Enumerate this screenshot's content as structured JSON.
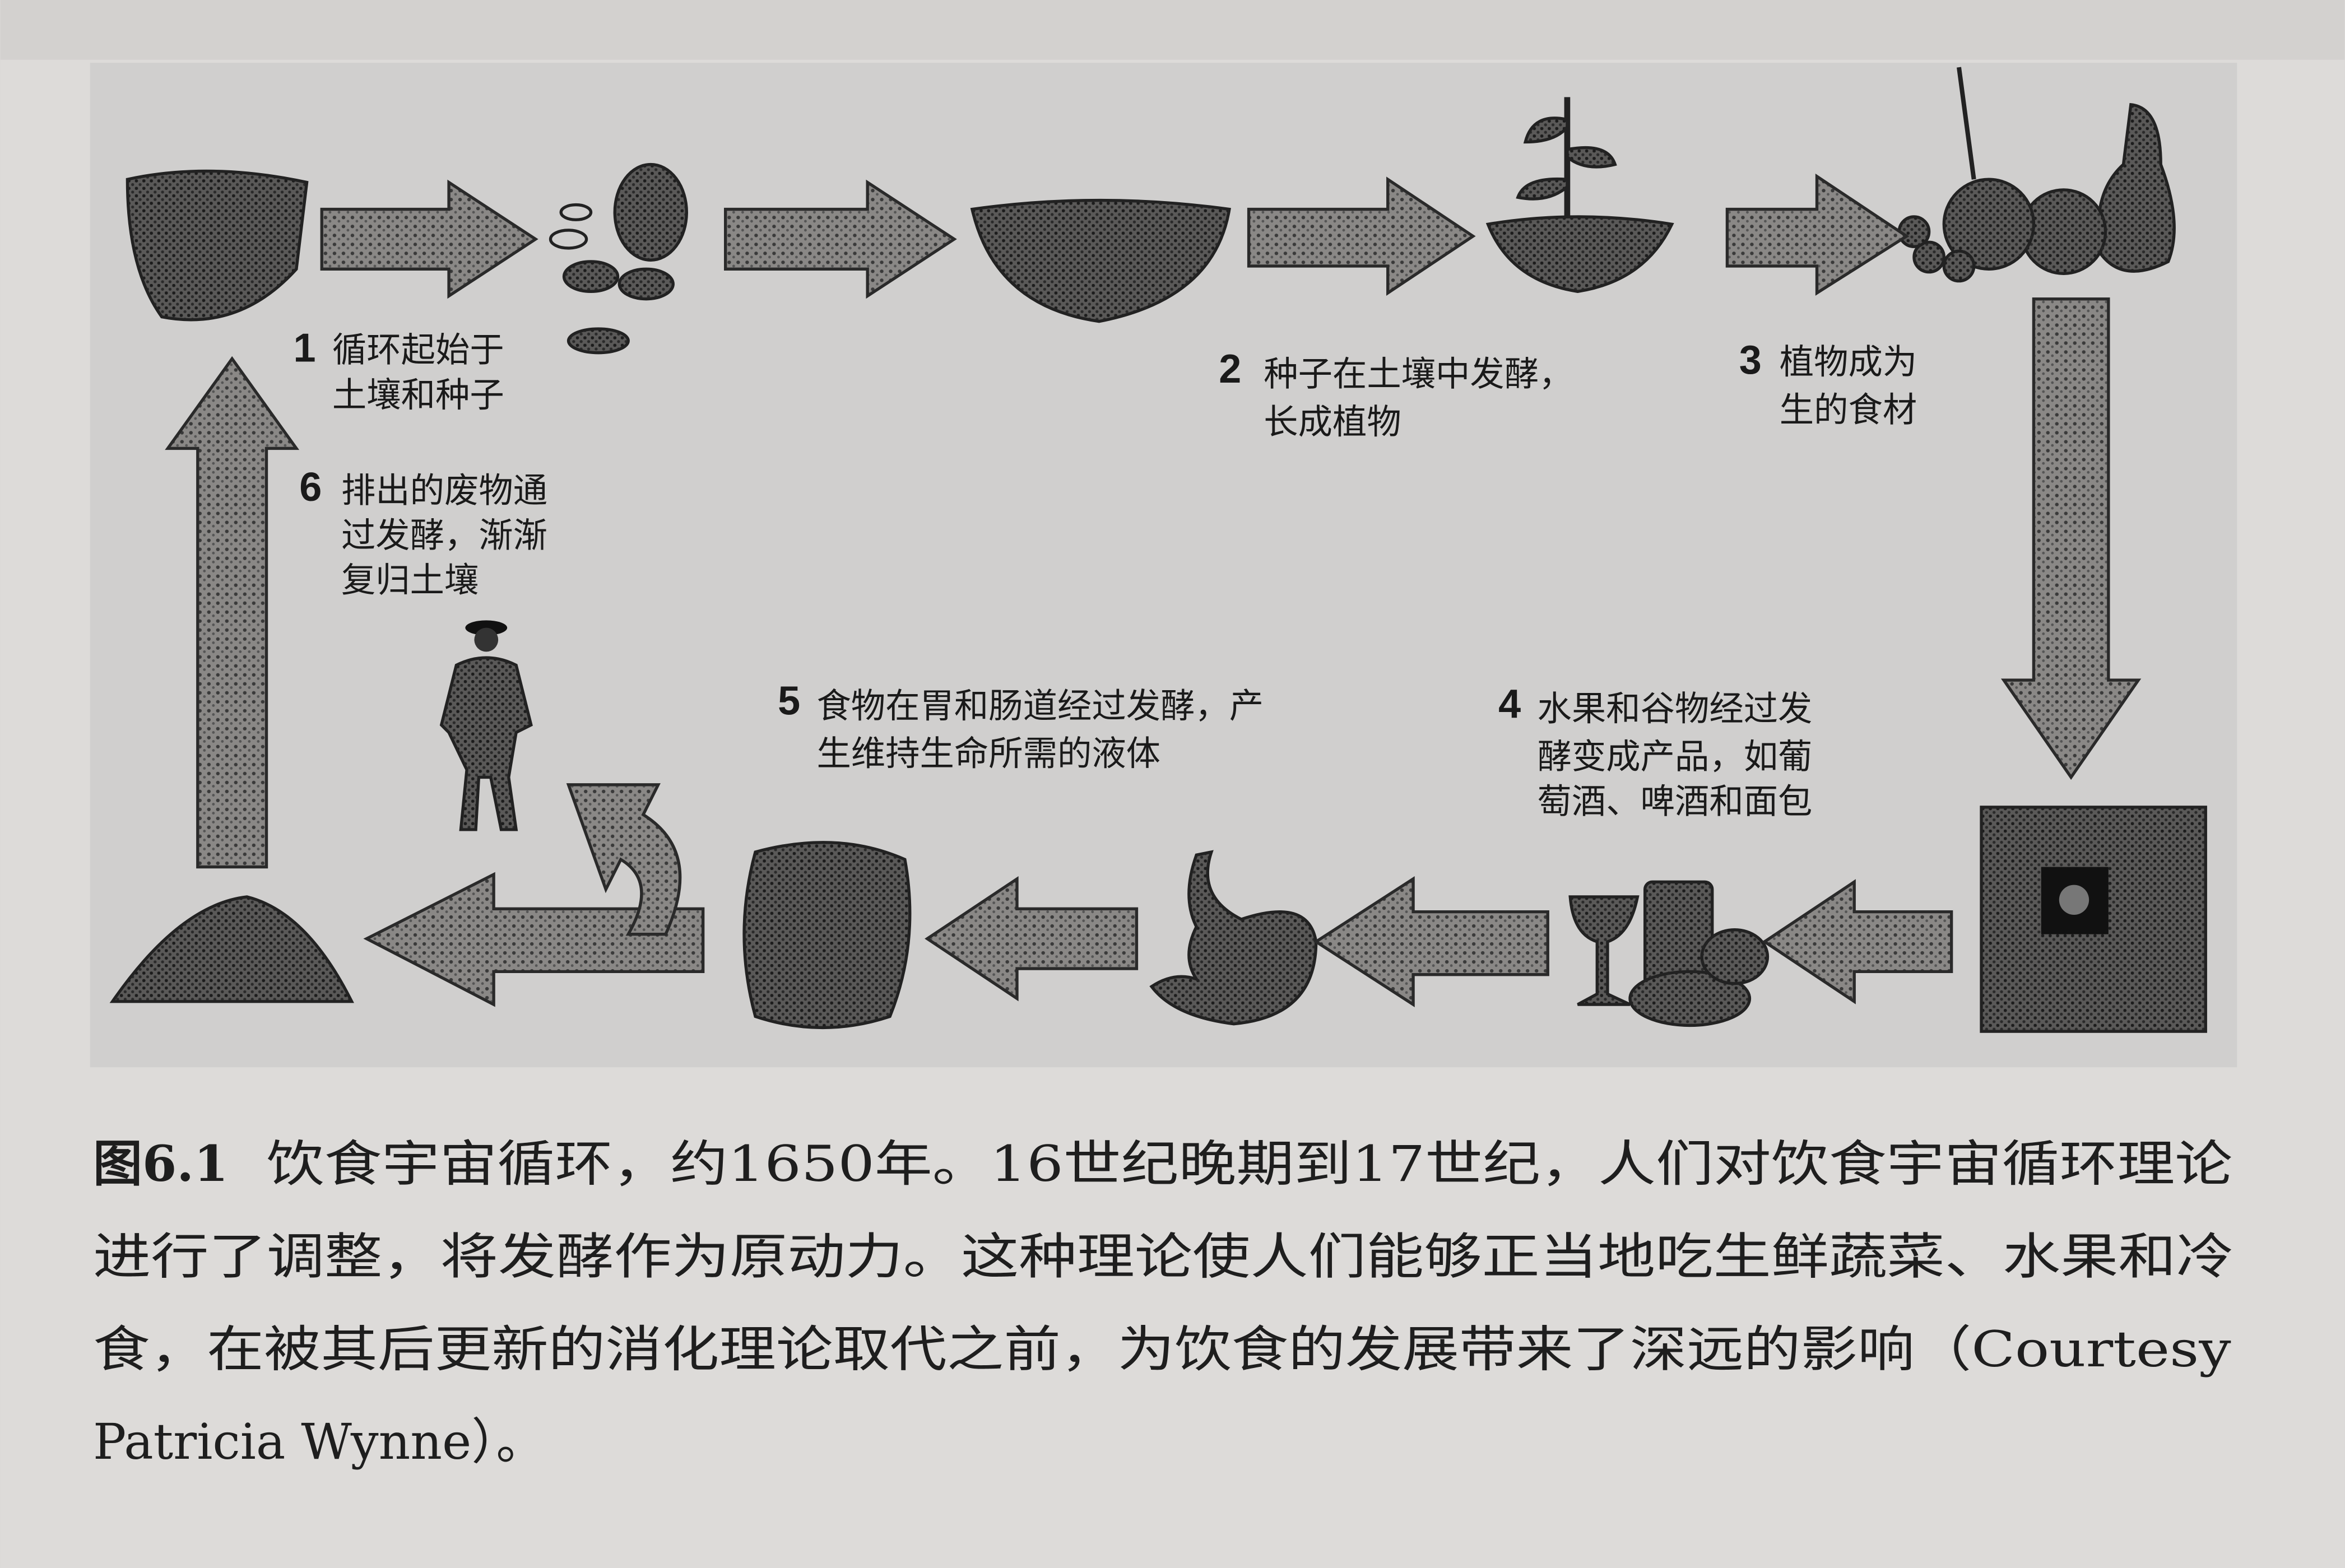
{
  "figure": {
    "steps": [
      {
        "number": "1",
        "lines": [
          "循环起始于",
          "土壤和种子"
        ]
      },
      {
        "number": "2",
        "lines": [
          "种子在土壤中发酵，",
          "长成植物"
        ]
      },
      {
        "number": "3",
        "lines": [
          "植物成为",
          "生的食材"
        ]
      },
      {
        "number": "4",
        "lines": [
          "水果和谷物经过发",
          "酵变成产品，如葡",
          "萄酒、啤酒和面包"
        ]
      },
      {
        "number": "5",
        "lines": [
          "食物在胃和肠道经过发酵，产",
          "生维持生命所需的液体"
        ]
      },
      {
        "number": "6",
        "lines": [
          "排出的废物通",
          "过发酵，渐渐",
          "复归土壤"
        ]
      }
    ]
  },
  "caption": {
    "label": "图6.1",
    "lines": [
      "饮食宇宙循环，约1650年。16世纪晚期到17世纪，人们对饮食宇宙循环理论",
      "进行了调整，将发酵作为原动力。这种理论使人们能够正当地吃生鲜蔬菜、水果和冷",
      "食，在被其后更新的消化理论取代之前，为饮食的发展带来了深远的影响（Courtesy",
      "Patricia Wynne）。"
    ]
  }
}
